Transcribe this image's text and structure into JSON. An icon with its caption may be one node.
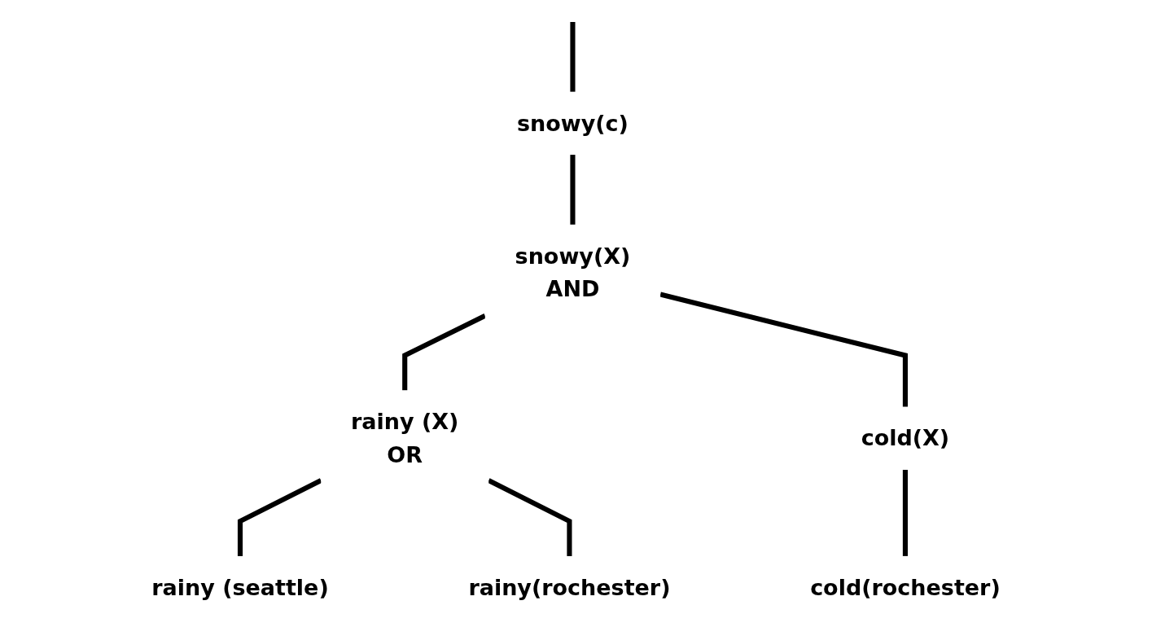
{
  "diagram": {
    "nodes": [
      {
        "text": [
          "snowy(c)"
        ]
      },
      {
        "text": [
          "snowy(X)",
          "AND"
        ]
      },
      {
        "text": [
          "rainy (X)",
          "OR"
        ]
      },
      {
        "text": [
          "cold(X)"
        ]
      },
      {
        "text": [
          "rainy (seattle)"
        ]
      },
      {
        "text": [
          "rainy(rochester)"
        ]
      },
      {
        "text": [
          "cold(rochester)"
        ]
      }
    ],
    "edges": [
      {
        "from": null,
        "to": 0,
        "arrow": "none"
      },
      {
        "from": 0,
        "to": 1,
        "arrow": "none"
      },
      {
        "from": 1,
        "to": 2,
        "arrow": "none"
      },
      {
        "from": 1,
        "to": 3,
        "arrow": "none"
      },
      {
        "from": 2,
        "to": 4,
        "arrow": "none"
      },
      {
        "from": 2,
        "to": 5,
        "arrow": "none"
      },
      {
        "from": 3,
        "to": 6,
        "arrow": "none"
      }
    ]
  }
}
